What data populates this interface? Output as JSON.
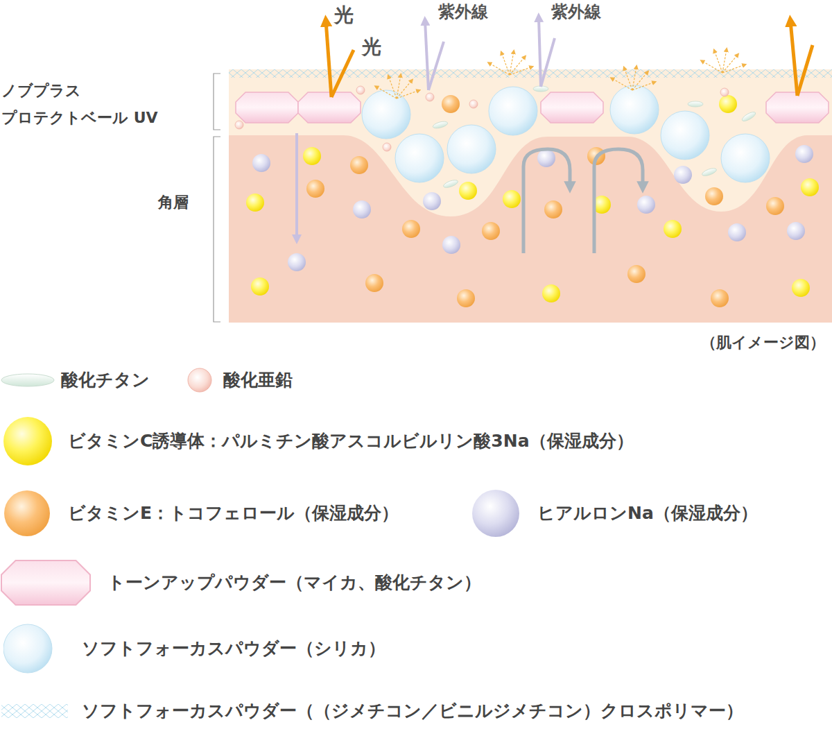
{
  "diagram": {
    "caption": "（肌イメージ図）",
    "labels": [
      "光",
      "光",
      "紫外線",
      "紫外線",
      "ノブプラス プロテクトベール UV",
      "角層"
    ],
    "legend": [
      {
        "text": "酸化チタン"
      },
      {
        "text": "酸化亜鉛"
      },
      {
        "text": "ビタミンC誘導体：パルミチン酸アスコルビルリン酸3Na（保湿成分）"
      },
      {
        "text": "ビタミンE：トコフェロール（保湿成分）"
      },
      {
        "text": "ヒアルロンNa（保湿成分）"
      },
      {
        "text": "トーンアップパウダー（マイカ、酸化チタン）"
      },
      {
        "text": "ソフトフォーカスパウダー（シリカ）"
      },
      {
        "text": "ソフトフォーカスパウダー（（ジメチコン／ビニルジメチコン）クロスポリマー）"
      }
    ]
  }
}
